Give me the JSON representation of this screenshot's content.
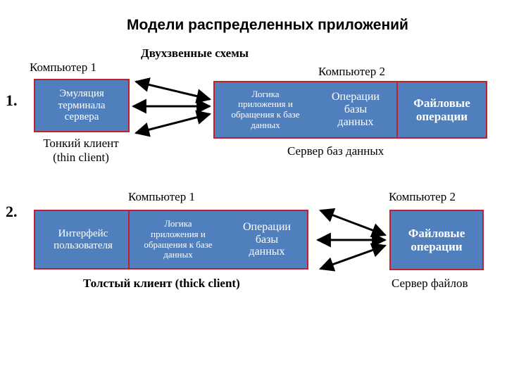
{
  "title": "Модели распределенных приложений",
  "subtitle": "Двухзвенные схемы",
  "scheme1": {
    "number": "1.",
    "computer1_label": "Компьютер 1",
    "computer2_label": "Компьютер 2",
    "client_box": "Эмуляция\nтерминала\nсервера",
    "client_caption": "Тонкий клиент\n(thin client)",
    "server_cells": [
      "Логика\nприложения и\nобращения к базе\nданных",
      "Операции\nбазы\nданных",
      "Файловые\nоперации"
    ],
    "server_caption": "Сервер баз данных"
  },
  "scheme2": {
    "number": "2.",
    "computer1_label": "Компьютер 1",
    "computer2_label": "Компьютер 2",
    "client_cells": [
      "Интерфейс\nпользователя",
      "Логика\nприложения и\nобращения к базе\nданных",
      "Операции\nбазы\nданных"
    ],
    "client_caption": "Толстый клиент (thick client)",
    "server_box": "Файловые\nоперации",
    "server_caption": "Сервер файлов"
  },
  "colors": {
    "box_fill": "#4f7fbd",
    "box_border": "#c0202e",
    "arrow": "#000000"
  }
}
